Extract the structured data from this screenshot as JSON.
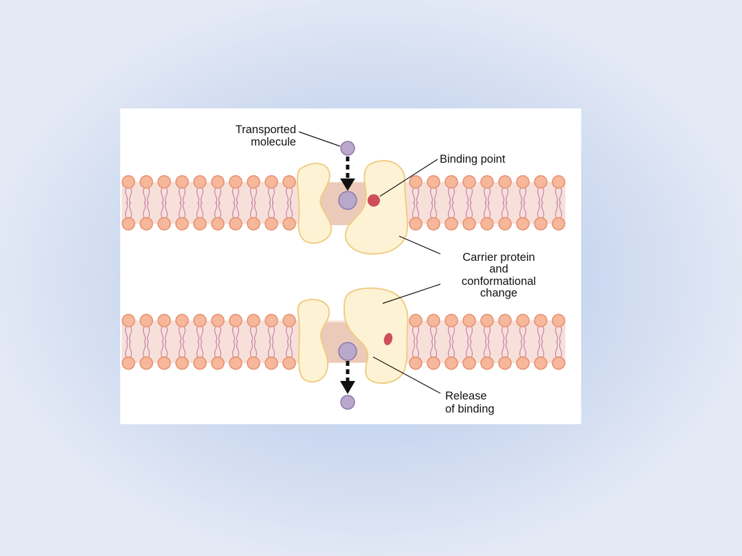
{
  "labels": {
    "transported_line1": "Transported",
    "transported_line2": "molecule",
    "binding_point": "Binding point",
    "carrier_line1": "Carrier protein",
    "carrier_line2": "and",
    "carrier_line3": "conformational",
    "carrier_line4": "change",
    "release_line1": "Release",
    "release_line2": "of binding"
  },
  "colors": {
    "slide_background": "#c9d7ef",
    "figure_background": "#ffffff",
    "phospholipid_head": "#f6b79a",
    "phospholipid_head_stroke": "#e58d6c",
    "lipid_tail": "#c889a8",
    "membrane_band": "#f7e0da",
    "carrier_protein": "#fdf3d4",
    "carrier_protein_stroke": "#f0cc84",
    "channel_fill": "#eccab9",
    "molecule": "#b9a8cb",
    "molecule_stroke": "#8b78a8",
    "binding_site": "#cf4e5c"
  },
  "icons": {
    "arrow": "dashed-down-arrow-icon",
    "molecule": "circle-molecule-icon"
  }
}
